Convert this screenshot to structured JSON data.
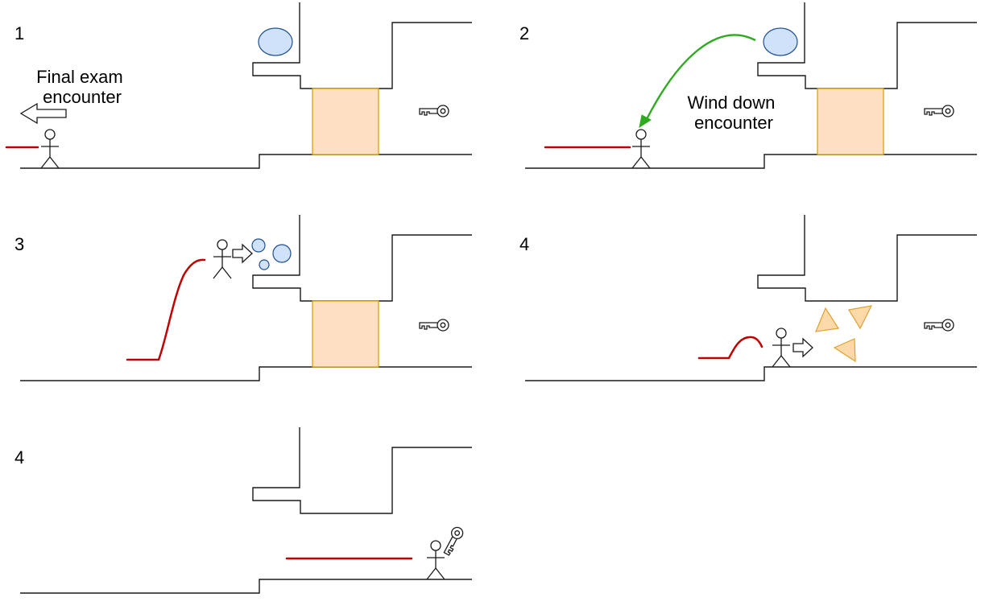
{
  "colors": {
    "line": "#1a1a1a",
    "trail": "#c00000",
    "boulder_fill": "#cfe2f9",
    "boulder_stroke": "#1e4d8c",
    "gate_fill": "#fde0c3",
    "gate_stroke": "#d79b00",
    "shard_fill": "#fcd9a8",
    "shard_stroke": "#e0a030",
    "green_arrow": "#2eaa1f"
  },
  "panels": [
    {
      "number": "1",
      "caption": [
        "Final exam",
        "encounter"
      ]
    },
    {
      "number": "2",
      "caption": [
        "Wind down",
        "encounter"
      ]
    },
    {
      "number": "3"
    },
    {
      "number": "4"
    },
    {
      "number": "4"
    }
  ],
  "icons": [
    "stick-figure-icon",
    "key-icon",
    "boulder-icon",
    "door-gate-icon",
    "outline-arrow-icon",
    "green-curved-arrow-icon",
    "rubble-shard-icon"
  ]
}
